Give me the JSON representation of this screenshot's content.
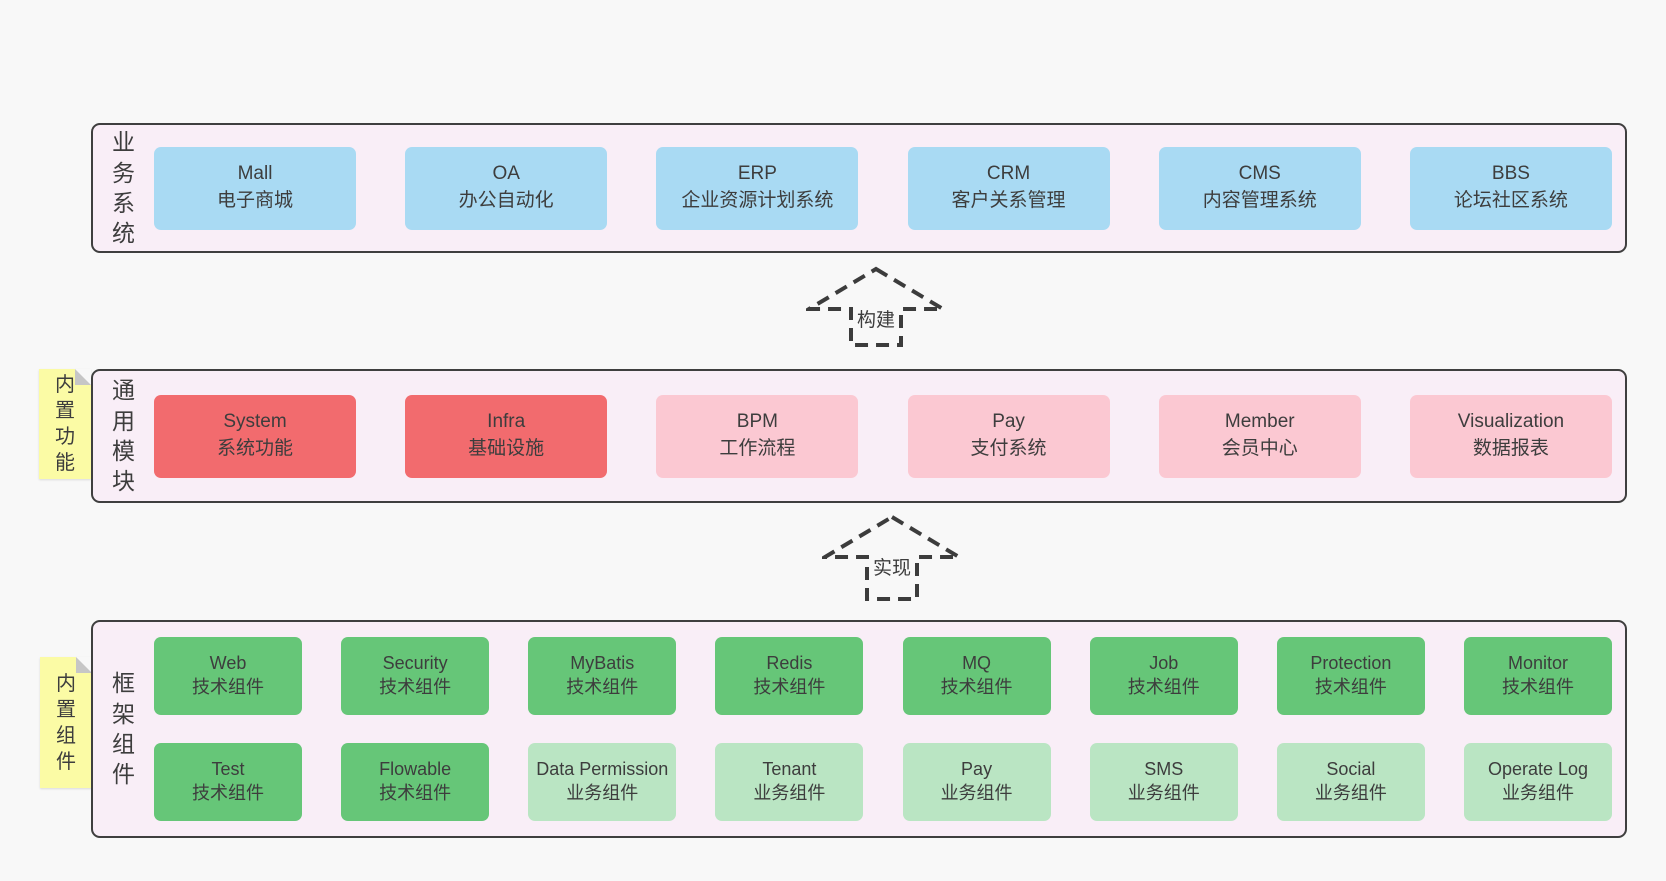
{
  "colors": {
    "page_bg": "#f8f8f8",
    "band_bg": "#f9eef7",
    "band_border": "#3f3f3f",
    "blue_box": "#a9daf3",
    "red_box": "#f26b6e",
    "pink_box": "#fbc8d2",
    "green_box": "#66c678",
    "light_green_box": "#bae5c3",
    "sticky_yellow": "#fbfba5",
    "text": "#3d3d3d",
    "arrow": "#3c3c3c"
  },
  "bands": [
    {
      "label": "业务系统",
      "rows": [
        [
          {
            "title": "Mall",
            "subtitle": "电子商城"
          },
          {
            "title": "OA",
            "subtitle": "办公自动化"
          },
          {
            "title": "ERP",
            "subtitle": "企业资源计划系统"
          },
          {
            "title": "CRM",
            "subtitle": "客户关系管理"
          },
          {
            "title": "CMS",
            "subtitle": "内容管理系统"
          },
          {
            "title": "BBS",
            "subtitle": "论坛社区系统"
          }
        ]
      ]
    },
    {
      "label": "通用模块",
      "sticky": "内置功能",
      "rows": [
        [
          {
            "title": "System",
            "subtitle": "系统功能"
          },
          {
            "title": "Infra",
            "subtitle": "基础设施"
          },
          {
            "title": "BPM",
            "subtitle": "工作流程"
          },
          {
            "title": "Pay",
            "subtitle": "支付系统"
          },
          {
            "title": "Member",
            "subtitle": "会员中心"
          },
          {
            "title": "Visualization",
            "subtitle": "数据报表"
          }
        ]
      ]
    },
    {
      "label": "框架组件",
      "sticky": "内置组件",
      "rows": [
        [
          {
            "title": "Web",
            "subtitle": "技术组件"
          },
          {
            "title": "Security",
            "subtitle": "技术组件"
          },
          {
            "title": "MyBatis",
            "subtitle": "技术组件"
          },
          {
            "title": "Redis",
            "subtitle": "技术组件"
          },
          {
            "title": "MQ",
            "subtitle": "技术组件"
          },
          {
            "title": "Job",
            "subtitle": "技术组件"
          },
          {
            "title": "Protection",
            "subtitle": "技术组件"
          },
          {
            "title": "Monitor",
            "subtitle": "技术组件"
          }
        ],
        [
          {
            "title": "Test",
            "subtitle": "技术组件"
          },
          {
            "title": "Flowable",
            "subtitle": "技术组件"
          },
          {
            "title": "Data Permission",
            "subtitle": "业务组件"
          },
          {
            "title": "Tenant",
            "subtitle": "业务组件"
          },
          {
            "title": "Pay",
            "subtitle": "业务组件"
          },
          {
            "title": "SMS",
            "subtitle": "业务组件"
          },
          {
            "title": "Social",
            "subtitle": "业务组件"
          },
          {
            "title": "Operate Log",
            "subtitle": "业务组件"
          }
        ]
      ]
    }
  ],
  "arrows": [
    {
      "label": "构建"
    },
    {
      "label": "实现"
    }
  ]
}
